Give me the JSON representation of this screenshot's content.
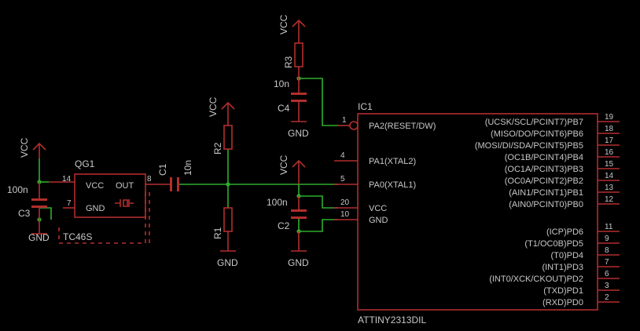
{
  "labels": {
    "vcc": "VCC",
    "gnd": "GND"
  },
  "r3": {
    "name": "R3"
  },
  "c4": {
    "name": "C4",
    "value": "10n"
  },
  "r2": {
    "name": "R2"
  },
  "r1": {
    "name": "R1"
  },
  "c1": {
    "name": "C1",
    "value": "10n"
  },
  "c2": {
    "name": "C2",
    "value": "100n"
  },
  "c3": {
    "name": "C3",
    "value": "100n"
  },
  "qg1": {
    "name": "QG1",
    "value": "TC46S",
    "pin_vcc": "VCC",
    "pin_out": "OUT",
    "pin_gnd": "GND",
    "pin14": "14",
    "pin7": "7",
    "pin8": "8"
  },
  "ic1": {
    "name": "IC1",
    "value": "ATTINY2313DIL",
    "left_pins": [
      {
        "num": "1",
        "label": "PA2(RESET/DW)"
      },
      {
        "num": "4",
        "label": "PA1(XTAL2)"
      },
      {
        "num": "5",
        "label": "PA0(XTAL1)"
      },
      {
        "num": "20",
        "label": "VCC"
      },
      {
        "num": "10",
        "label": "GND"
      }
    ],
    "right_pins": [
      {
        "num": "19",
        "label": "(UCSK/SCL/PCINT7)PB7"
      },
      {
        "num": "18",
        "label": "(MISO/DO/PCINT6)PB6"
      },
      {
        "num": "17",
        "label": "(MOSI/DI/SDA/PCINT5)PB5"
      },
      {
        "num": "16",
        "label": "(OC1B/PCINT4)PB4"
      },
      {
        "num": "15",
        "label": "(OC1A/PCINT3)PB3"
      },
      {
        "num": "14",
        "label": "(OC0A/PCINT2)PB2"
      },
      {
        "num": "13",
        "label": "(AIN1/PCINT1)PB1"
      },
      {
        "num": "12",
        "label": "(AIN0/PCINT0)PB0"
      },
      {
        "num": "11",
        "label": "(ICP)PD6"
      },
      {
        "num": "9",
        "label": "(T1/OC0B)PD5"
      },
      {
        "num": "8",
        "label": "(T0)PD4"
      },
      {
        "num": "7",
        "label": "(INT1)PD3"
      },
      {
        "num": "6",
        "label": "(INT0/XCK/CKOUT)PD2"
      },
      {
        "num": "3",
        "label": "(TXD)PD1"
      },
      {
        "num": "2",
        "label": "(RXD)PD0"
      }
    ]
  }
}
